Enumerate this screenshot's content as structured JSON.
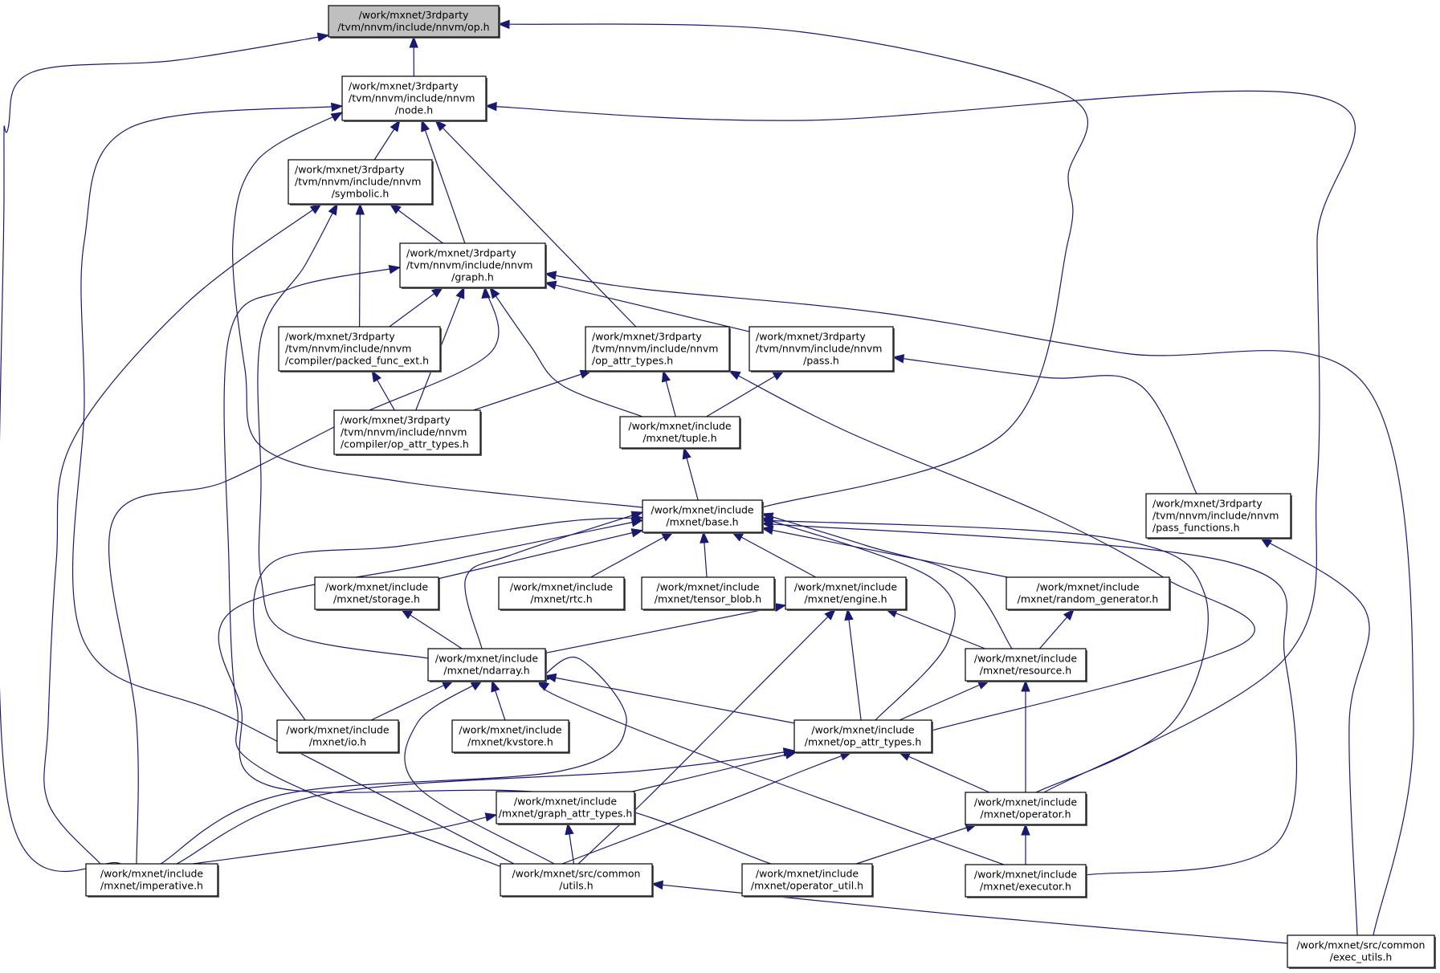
{
  "diagram": {
    "title": "Include dependency graph for /work/mxnet/3rdparty/tvm/nnvm/include/nnvm/op.h",
    "colors": {
      "edge": "#191970",
      "focus_fill": "#bfbfbf",
      "node_fill": "#ffffff",
      "border": "#000000"
    },
    "nodes": [
      {
        "id": "op_h",
        "lines": [
          "/work/mxnet/3rdparty",
          "/tvm/nnvm/include/nnvm/op.h"
        ],
        "focus": true
      },
      {
        "id": "node_h",
        "lines": [
          "/work/mxnet/3rdparty",
          "/tvm/nnvm/include/nnvm",
          "/node.h"
        ]
      },
      {
        "id": "symbolic_h",
        "lines": [
          "/work/mxnet/3rdparty",
          "/tvm/nnvm/include/nnvm",
          "/symbolic.h"
        ]
      },
      {
        "id": "graph_h",
        "lines": [
          "/work/mxnet/3rdparty",
          "/tvm/nnvm/include/nnvm",
          "/graph.h"
        ]
      },
      {
        "id": "packed_func_ext_h",
        "lines": [
          "/work/mxnet/3rdparty",
          "/tvm/nnvm/include/nnvm",
          "/compiler/packed_func_ext.h"
        ]
      },
      {
        "id": "nnvm_op_attr_types_h",
        "lines": [
          "/work/mxnet/3rdparty",
          "/tvm/nnvm/include/nnvm",
          "/op_attr_types.h"
        ]
      },
      {
        "id": "pass_h",
        "lines": [
          "/work/mxnet/3rdparty",
          "/tvm/nnvm/include/nnvm",
          "/pass.h"
        ]
      },
      {
        "id": "compiler_op_attr_types_h",
        "lines": [
          "/work/mxnet/3rdparty",
          "/tvm/nnvm/include/nnvm",
          "/compiler/op_attr_types.h"
        ]
      },
      {
        "id": "tuple_h",
        "lines": [
          "/work/mxnet/include",
          "/mxnet/tuple.h"
        ]
      },
      {
        "id": "base_h",
        "lines": [
          "/work/mxnet/include",
          "/mxnet/base.h"
        ]
      },
      {
        "id": "pass_functions_h",
        "lines": [
          "/work/mxnet/3rdparty",
          "/tvm/nnvm/include/nnvm",
          "/pass_functions.h"
        ]
      },
      {
        "id": "storage_h",
        "lines": [
          "/work/mxnet/include",
          "/mxnet/storage.h"
        ]
      },
      {
        "id": "rtc_h",
        "lines": [
          "/work/mxnet/include",
          "/mxnet/rtc.h"
        ]
      },
      {
        "id": "tensor_blob_h",
        "lines": [
          "/work/mxnet/include",
          "/mxnet/tensor_blob.h"
        ]
      },
      {
        "id": "engine_h",
        "lines": [
          "/work/mxnet/include",
          "/mxnet/engine.h"
        ]
      },
      {
        "id": "random_generator_h",
        "lines": [
          "/work/mxnet/include",
          "/mxnet/random_generator.h"
        ]
      },
      {
        "id": "ndarray_h",
        "lines": [
          "/work/mxnet/include",
          "/mxnet/ndarray.h"
        ]
      },
      {
        "id": "resource_h",
        "lines": [
          "/work/mxnet/include",
          "/mxnet/resource.h"
        ]
      },
      {
        "id": "io_h",
        "lines": [
          "/work/mxnet/include",
          "/mxnet/io.h"
        ]
      },
      {
        "id": "kvstore_h",
        "lines": [
          "/work/mxnet/include",
          "/mxnet/kvstore.h"
        ]
      },
      {
        "id": "mxnet_op_attr_types_h",
        "lines": [
          "/work/mxnet/include",
          "/mxnet/op_attr_types.h"
        ]
      },
      {
        "id": "graph_attr_types_h",
        "lines": [
          "/work/mxnet/include",
          "/mxnet/graph_attr_types.h"
        ]
      },
      {
        "id": "operator_h",
        "lines": [
          "/work/mxnet/include",
          "/mxnet/operator.h"
        ]
      },
      {
        "id": "imperative_h",
        "lines": [
          "/work/mxnet/include",
          "/mxnet/imperative.h"
        ]
      },
      {
        "id": "utils_h",
        "lines": [
          "/work/mxnet/src/common",
          "/utils.h"
        ]
      },
      {
        "id": "operator_util_h",
        "lines": [
          "/work/mxnet/include",
          "/mxnet/operator_util.h"
        ]
      },
      {
        "id": "executor_h",
        "lines": [
          "/work/mxnet/include",
          "/mxnet/executor.h"
        ]
      },
      {
        "id": "exec_utils_h",
        "lines": [
          "/work/mxnet/src/common",
          "/exec_utils.h"
        ]
      }
    ],
    "edges": [
      {
        "from": "node_h",
        "to": "op_h"
      },
      {
        "from": "imperative_h",
        "to": "op_h"
      },
      {
        "from": "base_h",
        "to": "op_h"
      },
      {
        "from": "symbolic_h",
        "to": "node_h"
      },
      {
        "from": "graph_h",
        "to": "node_h"
      },
      {
        "from": "nnvm_op_attr_types_h",
        "to": "node_h"
      },
      {
        "from": "base_h",
        "to": "node_h"
      },
      {
        "from": "utils_h",
        "to": "node_h"
      },
      {
        "from": "operator_h",
        "to": "node_h"
      },
      {
        "from": "graph_h",
        "to": "symbolic_h"
      },
      {
        "from": "packed_func_ext_h",
        "to": "symbolic_h"
      },
      {
        "from": "imperative_h",
        "to": "symbolic_h"
      },
      {
        "from": "ndarray_h",
        "to": "symbolic_h"
      },
      {
        "from": "packed_func_ext_h",
        "to": "graph_h"
      },
      {
        "from": "compiler_op_attr_types_h",
        "to": "graph_h"
      },
      {
        "from": "pass_h",
        "to": "graph_h"
      },
      {
        "from": "tuple_h",
        "to": "graph_h"
      },
      {
        "from": "imperative_h",
        "to": "graph_h"
      },
      {
        "from": "utils_h",
        "to": "graph_h"
      },
      {
        "from": "exec_utils_h",
        "to": "graph_h"
      },
      {
        "from": "compiler_op_attr_types_h",
        "to": "packed_func_ext_h"
      },
      {
        "from": "compiler_op_attr_types_h",
        "to": "nnvm_op_attr_types_h"
      },
      {
        "from": "tuple_h",
        "to": "nnvm_op_attr_types_h"
      },
      {
        "from": "mxnet_op_attr_types_h",
        "to": "nnvm_op_attr_types_h"
      },
      {
        "from": "tuple_h",
        "to": "pass_h"
      },
      {
        "from": "pass_functions_h",
        "to": "pass_h"
      },
      {
        "from": "base_h",
        "to": "tuple_h"
      },
      {
        "from": "storage_h",
        "to": "base_h"
      },
      {
        "from": "rtc_h",
        "to": "base_h"
      },
      {
        "from": "tensor_blob_h",
        "to": "base_h"
      },
      {
        "from": "engine_h",
        "to": "base_h"
      },
      {
        "from": "random_generator_h",
        "to": "base_h"
      },
      {
        "from": "ndarray_h",
        "to": "base_h"
      },
      {
        "from": "resource_h",
        "to": "base_h"
      },
      {
        "from": "io_h",
        "to": "base_h"
      },
      {
        "from": "mxnet_op_attr_types_h",
        "to": "base_h"
      },
      {
        "from": "operator_h",
        "to": "base_h"
      },
      {
        "from": "executor_h",
        "to": "base_h"
      },
      {
        "from": "operator_util_h",
        "to": "base_h"
      },
      {
        "from": "exec_utils_h",
        "to": "pass_functions_h"
      },
      {
        "from": "ndarray_h",
        "to": "storage_h"
      },
      {
        "from": "ndarray_h",
        "to": "engine_h"
      },
      {
        "from": "resource_h",
        "to": "engine_h"
      },
      {
        "from": "mxnet_op_attr_types_h",
        "to": "engine_h"
      },
      {
        "from": "utils_h",
        "to": "engine_h"
      },
      {
        "from": "resource_h",
        "to": "random_generator_h"
      },
      {
        "from": "io_h",
        "to": "ndarray_h"
      },
      {
        "from": "kvstore_h",
        "to": "ndarray_h"
      },
      {
        "from": "mxnet_op_attr_types_h",
        "to": "ndarray_h"
      },
      {
        "from": "imperative_h",
        "to": "ndarray_h"
      },
      {
        "from": "utils_h",
        "to": "ndarray_h"
      },
      {
        "from": "executor_h",
        "to": "ndarray_h"
      },
      {
        "from": "mxnet_op_attr_types_h",
        "to": "resource_h"
      },
      {
        "from": "operator_h",
        "to": "resource_h"
      },
      {
        "from": "graph_attr_types_h",
        "to": "mxnet_op_attr_types_h"
      },
      {
        "from": "operator_h",
        "to": "mxnet_op_attr_types_h"
      },
      {
        "from": "imperative_h",
        "to": "mxnet_op_attr_types_h"
      },
      {
        "from": "utils_h",
        "to": "mxnet_op_attr_types_h"
      },
      {
        "from": "imperative_h",
        "to": "graph_attr_types_h"
      },
      {
        "from": "utils_h",
        "to": "graph_attr_types_h"
      },
      {
        "from": "executor_h",
        "to": "operator_h"
      },
      {
        "from": "operator_util_h",
        "to": "operator_h"
      },
      {
        "from": "exec_utils_h",
        "to": "utils_h"
      }
    ]
  }
}
